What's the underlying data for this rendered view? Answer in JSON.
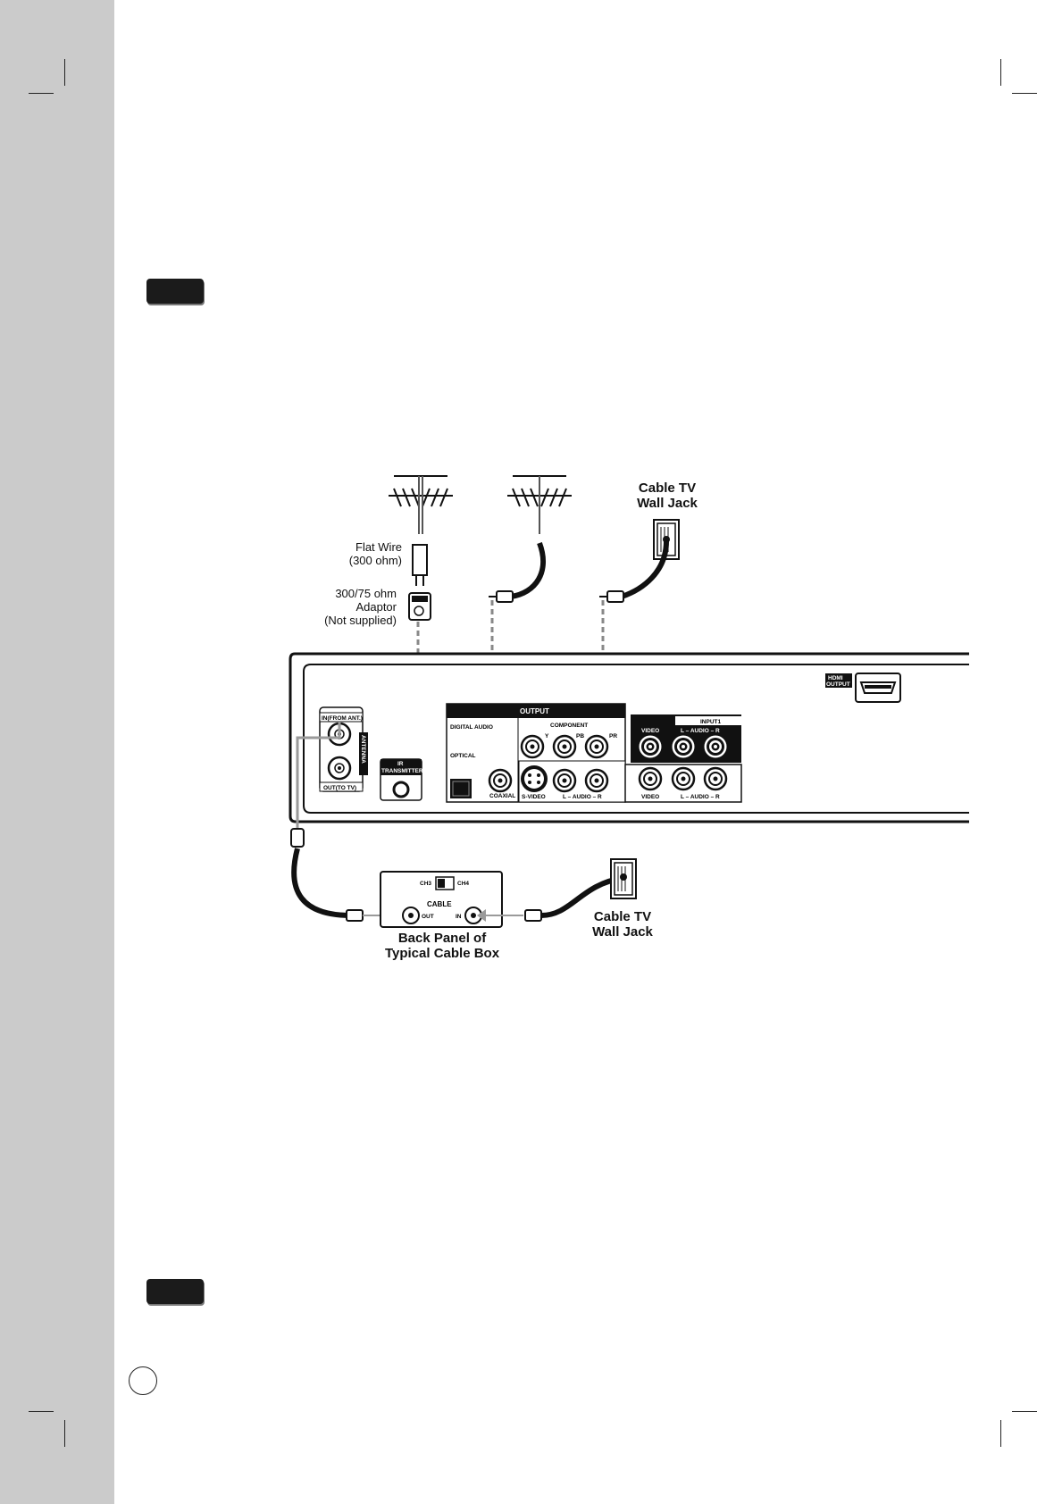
{
  "diagram": {
    "antenna_labels": {
      "flat_wire": "Flat Wire\n(300 ohm)",
      "adaptor": "300/75 ohm\nAdaptor\n(Not supplied)"
    },
    "wall_jack_top": "Cable TV\nWall Jack",
    "wall_jack_bottom": "Cable TV\nWall Jack",
    "cable_box_caption": "Back Panel of\nTypical Cable Box",
    "cable_box": {
      "ch3": "CH3",
      "ch4": "CH4",
      "cable": "CABLE",
      "out": "OUT",
      "in": "IN"
    },
    "recorder": {
      "in_from_ant": "IN(FROM ANT.)",
      "out_to_tv": "OUT(TO TV)",
      "antenna": "ANTENNA",
      "ir_transmitter": "IR\nTRANSMITTER",
      "output": "OUTPUT",
      "digital_audio": "DIGITAL AUDIO",
      "optical": "OPTICAL",
      "coaxial": "COAXIAL",
      "component": "COMPONENT",
      "y": "Y",
      "pb": "PB",
      "pr": "PR",
      "s_video": "S-VIDEO",
      "audio_lr": "L – AUDIO – R",
      "input1": "INPUT1",
      "video": "VIDEO",
      "hdmi_output": "HDMI\nOUTPUT"
    }
  }
}
